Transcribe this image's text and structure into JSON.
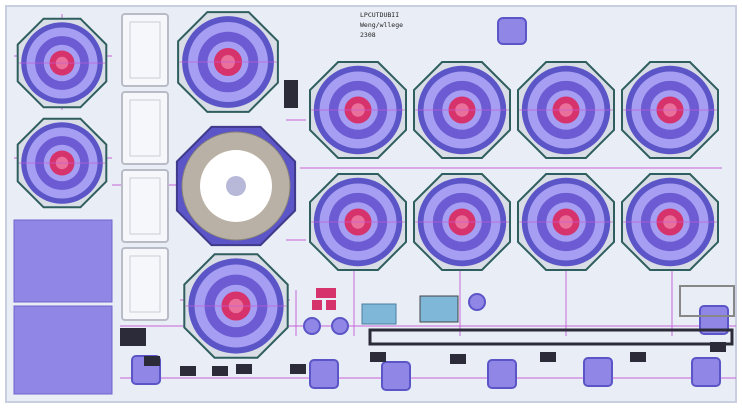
{
  "colors": {
    "substrate": "#e9eef6",
    "die_border": "#c8cfe0",
    "routing": "#c45bd6",
    "metal_gray": "#b9bcc6",
    "pad_blue": "#8f86e6",
    "ring_outer": "#5c55c7",
    "ring_mid": "#a69ef2",
    "ring_inner": "#6c5bd2",
    "core_red": "#d6336c",
    "core_pink": "#ea6f9a",
    "octagon_fill": "#d8dde6",
    "dark_component": "#2b2b3a",
    "spiral_beige": "#b9b1a6"
  },
  "title_block": {
    "lines": [
      "LPCUTDUBII",
      "Weng/wllege",
      "2308"
    ]
  },
  "labels": {
    "layout_title": "",
    "icons": [
      "small-coil-icon",
      "large-coil-icon",
      "inductor-spiral-icon",
      "bond-pad-icon",
      "transistor-icon"
    ]
  }
}
